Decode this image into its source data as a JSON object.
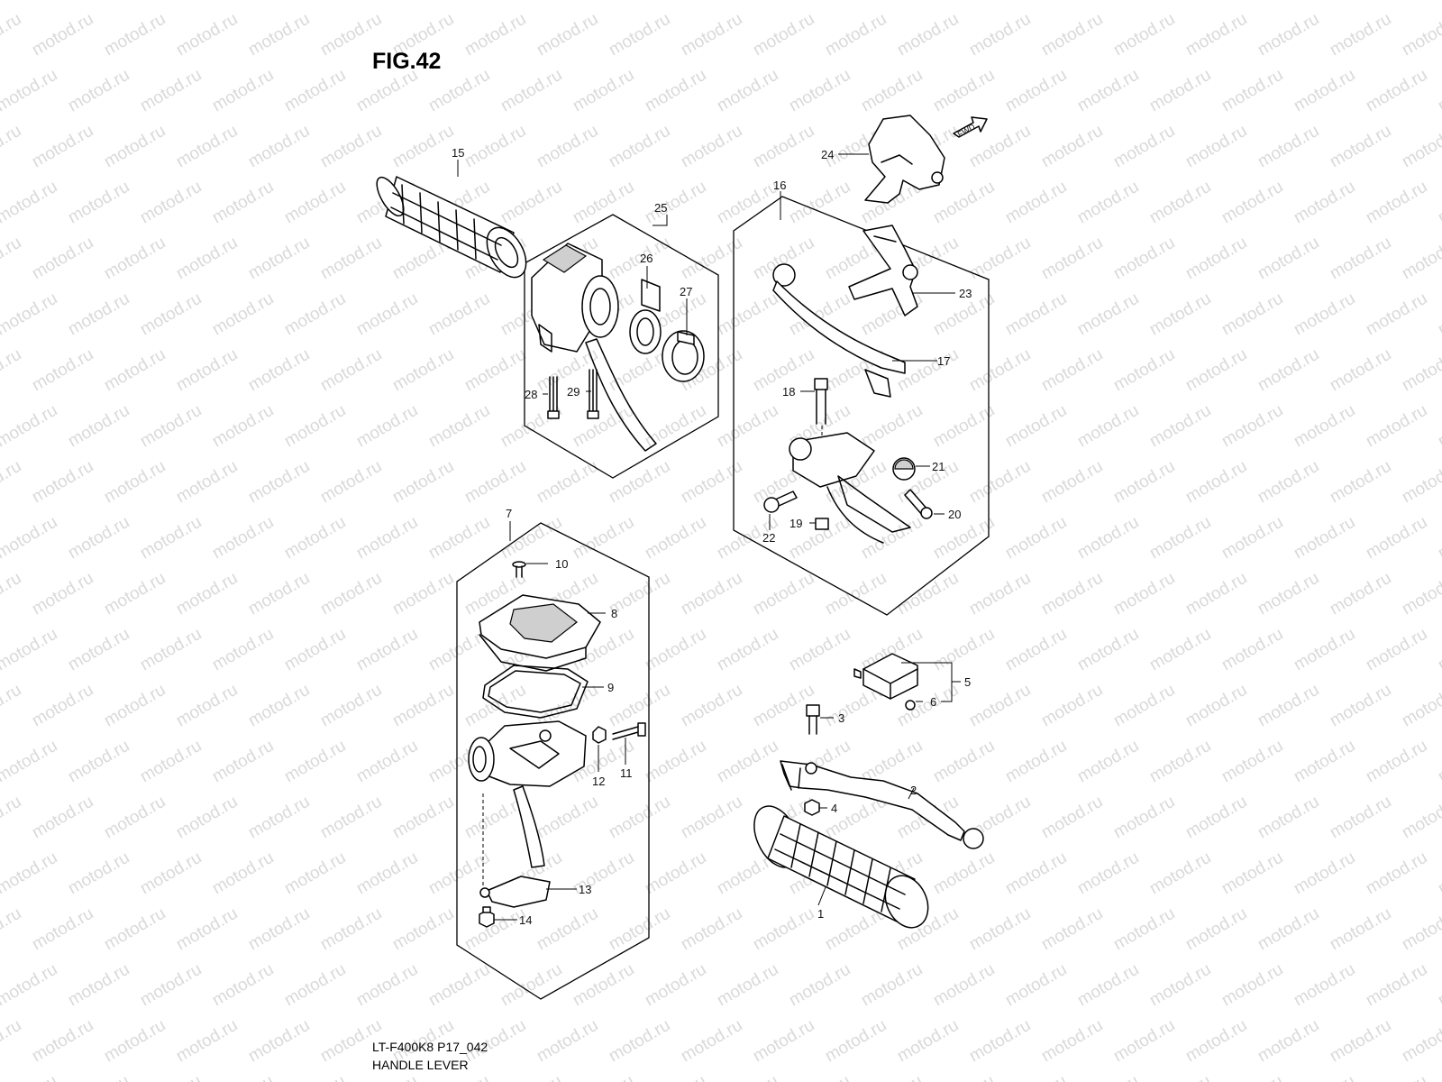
{
  "figure": {
    "title": "FIG.42"
  },
  "watermark": {
    "text": "motod.ru"
  },
  "direction_badge": {
    "text": "FWD"
  },
  "footer": {
    "code": "LT-F400K8 P17_042",
    "name": "HANDLE LEVER"
  },
  "callouts": {
    "c1": "1",
    "c2": "2",
    "c3": "3",
    "c4": "4",
    "c5": "5",
    "c6": "6",
    "c7": "7",
    "c8": "8",
    "c9": "9",
    "c10": "10",
    "c11": "11",
    "c12": "12",
    "c13": "13",
    "c14": "14",
    "c15": "15",
    "c16": "16",
    "c17": "17",
    "c18": "18",
    "c19": "19",
    "c20": "20",
    "c21": "21",
    "c22": "22",
    "c23": "23",
    "c24": "24",
    "c25": "25",
    "c26": "26",
    "c27": "27",
    "c28": "28",
    "c29": "29"
  }
}
